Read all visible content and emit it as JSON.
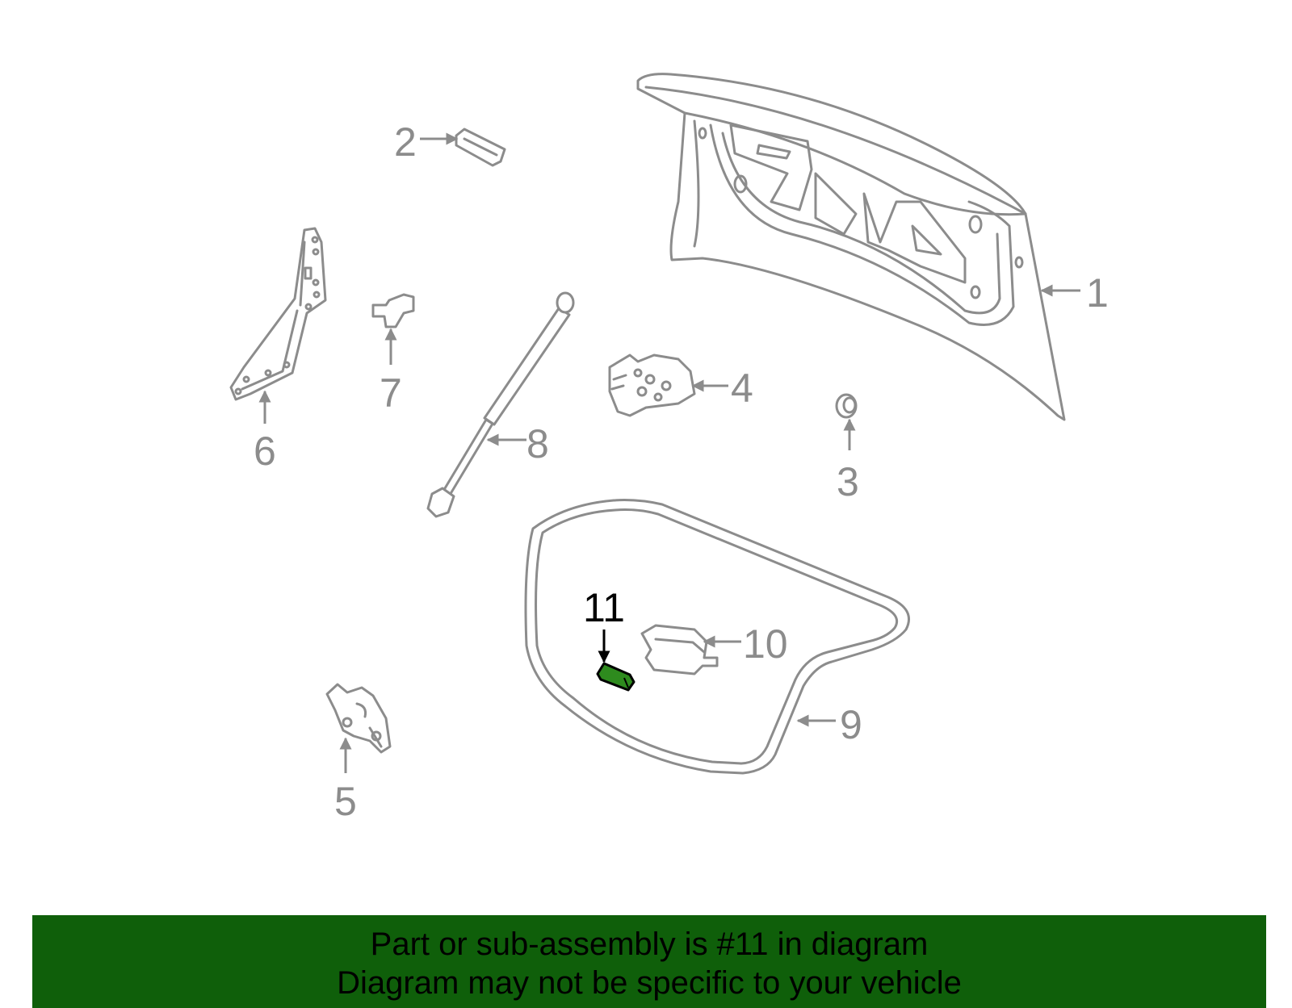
{
  "diagram": {
    "callouts": [
      "1",
      "2",
      "3",
      "4",
      "5",
      "6",
      "7",
      "8",
      "9",
      "10",
      "11"
    ],
    "highlighted_callout": "11",
    "colors": {
      "line": "#8c8c8c",
      "highlight_part": "#2e8b1e",
      "highlight_label": "#000000",
      "banner": "#0f5f0a"
    }
  },
  "banner": {
    "line1": "Part or sub-assembly is #11 in diagram",
    "line2": "Diagram may not be specific to your vehicle"
  }
}
